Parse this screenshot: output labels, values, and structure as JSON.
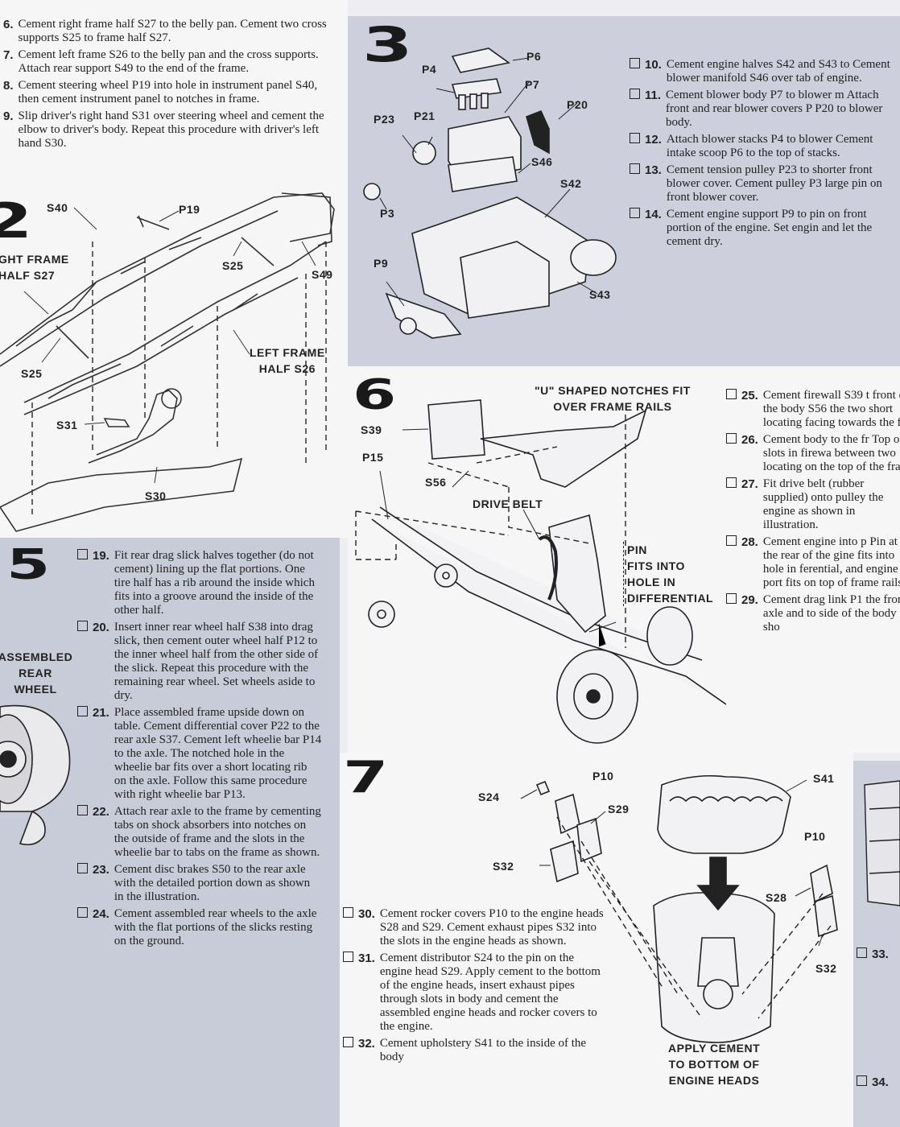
{
  "panel_top_left": {
    "steps": [
      {
        "num": "6.",
        "text": "Cement right frame half S27 to the belly pan. Cement two cross supports S25 to frame half S27."
      },
      {
        "num": "7.",
        "text": "Cement left frame S26 to the belly pan and the cross supports. Attach rear support S49 to the end of the frame."
      },
      {
        "num": "8.",
        "text": "Cement steering wheel P19 into hole in instrument panel S40, then cement instrument panel to notches in frame."
      },
      {
        "num": "9.",
        "text": "Slip driver's right hand S31 over steering wheel and cement the elbow to driver's body. Repeat this procedure with driver's left hand S30."
      }
    ],
    "section_number": "2",
    "labels": {
      "s40": "S40",
      "p19": "P19",
      "right_frame": "GHT FRAME\nHALF S27",
      "s25a": "S25",
      "s49": "S49",
      "s25b": "S25",
      "left_frame": "LEFT FRAME\nHALF S26",
      "s31": "S31",
      "s30": "S30"
    }
  },
  "panel_3": {
    "section_number": "3",
    "labels": {
      "p6": "P6",
      "p4": "P4",
      "p7": "P7",
      "p20": "P20",
      "p23": "P23",
      "p21": "P21",
      "s46": "S46",
      "s42": "S42",
      "p3": "P3",
      "p9": "P9",
      "s43": "S43"
    },
    "steps": [
      {
        "num": "10.",
        "text": "Cement engine halves S42 and S43 to Cement blower manifold S46 over tab of engine."
      },
      {
        "num": "11.",
        "text": "Cement blower body P7 to blower m Attach front and rear blower covers P P20 to blower body."
      },
      {
        "num": "12.",
        "text": "Attach blower stacks P4 to blower Cement intake scoop P6 to the top of stacks."
      },
      {
        "num": "13.",
        "text": "Cement tension pulley P23 to shorter front blower cover. Cement pulley P3 large pin on front blower cover."
      },
      {
        "num": "14.",
        "text": "Cement engine support P9 to pin on front portion of the engine. Set engin and let the cement dry."
      }
    ]
  },
  "panel_5": {
    "section_number": "5",
    "assembled_label": "ASSEMBLED\nREAR\nWHEEL",
    "steps": [
      {
        "num": "19.",
        "text": "Fit rear drag slick halves together (do not cement) lining up the flat portions. One tire half has a rib around the inside which fits into a groove around the inside of the other half."
      },
      {
        "num": "20.",
        "text": "Insert inner rear wheel half S38 into drag slick, then cement outer wheel half P12 to the inner wheel half from the other side of the slick. Repeat this procedure with the remaining rear wheel. Set wheels aside to dry."
      },
      {
        "num": "21.",
        "text": "Place assembled frame upside down on table. Cement differential cover P22 to the rear axle S37. Cement left wheelie bar P14 to the axle. The notched hole in the wheelie bar fits over a short locating rib on the axle. Follow this same procedure with right wheelie bar P13."
      },
      {
        "num": "22.",
        "text": "Attach rear axle to the frame by cementing tabs on shock absorbers into notches on the outside of frame and the slots in the wheelie bar to tabs on the frame as shown."
      },
      {
        "num": "23.",
        "text": "Cement disc brakes S50 to the rear axle with the detailed portion down as shown in the illustration."
      },
      {
        "num": "24.",
        "text": "Cement assembled rear wheels to the axle with the flat portions of the slicks resting on the ground."
      }
    ]
  },
  "panel_6": {
    "section_number": "6",
    "labels": {
      "u_notch": "\"U\" SHAPED NOTCHES FIT\nOVER FRAME RAILS",
      "s39": "S39",
      "p15": "P15",
      "s56": "S56",
      "drive_belt": "DRIVE BELT",
      "pin": "PIN\nFITS INTO\nHOLE IN\nDIFFERENTIAL"
    },
    "steps": [
      {
        "num": "25.",
        "text": "Cement firewall S39 t front of the body S56 the two short locating facing towards the f"
      },
      {
        "num": "26.",
        "text": "Cement body to the fr Top of slots in firewa between two locating on the top of the fram"
      },
      {
        "num": "27.",
        "text": "Fit drive belt (rubber supplied) onto pulley the engine as shown in illustration."
      },
      {
        "num": "28.",
        "text": "Cement engine into p Pin at the rear of the gine fits into hole in ferential, and engine port fits on top of frame rails."
      },
      {
        "num": "29.",
        "text": "Cement drag link P1 the front axle and to side of the body as sho"
      }
    ]
  },
  "panel_7": {
    "section_number": "7",
    "labels": {
      "s24": "S24",
      "p10a": "P10",
      "s29": "S29",
      "s32a": "S32",
      "s41": "S41",
      "p10b": "P10",
      "s28": "S28",
      "s32b": "S32",
      "apply": "APPLY CEMENT\nTO BOTTOM OF\nENGINE HEADS"
    },
    "steps": [
      {
        "num": "30.",
        "text": "Cement rocker covers P10 to the engine heads S28 and S29. Cement exhaust pipes S32 into the slots in the engine heads as shown."
      },
      {
        "num": "31.",
        "text": "Cement distributor S24 to the pin on the engine head S29. Apply cement to the bottom of the engine heads, insert exhaust pipes through slots in body and cement the assembled engine heads and rocker covers to the engine."
      },
      {
        "num": "32.",
        "text": "Cement upholstery S41 to the inside of the body"
      }
    ],
    "right_steps": [
      {
        "num": "33."
      },
      {
        "num": "34."
      }
    ]
  }
}
